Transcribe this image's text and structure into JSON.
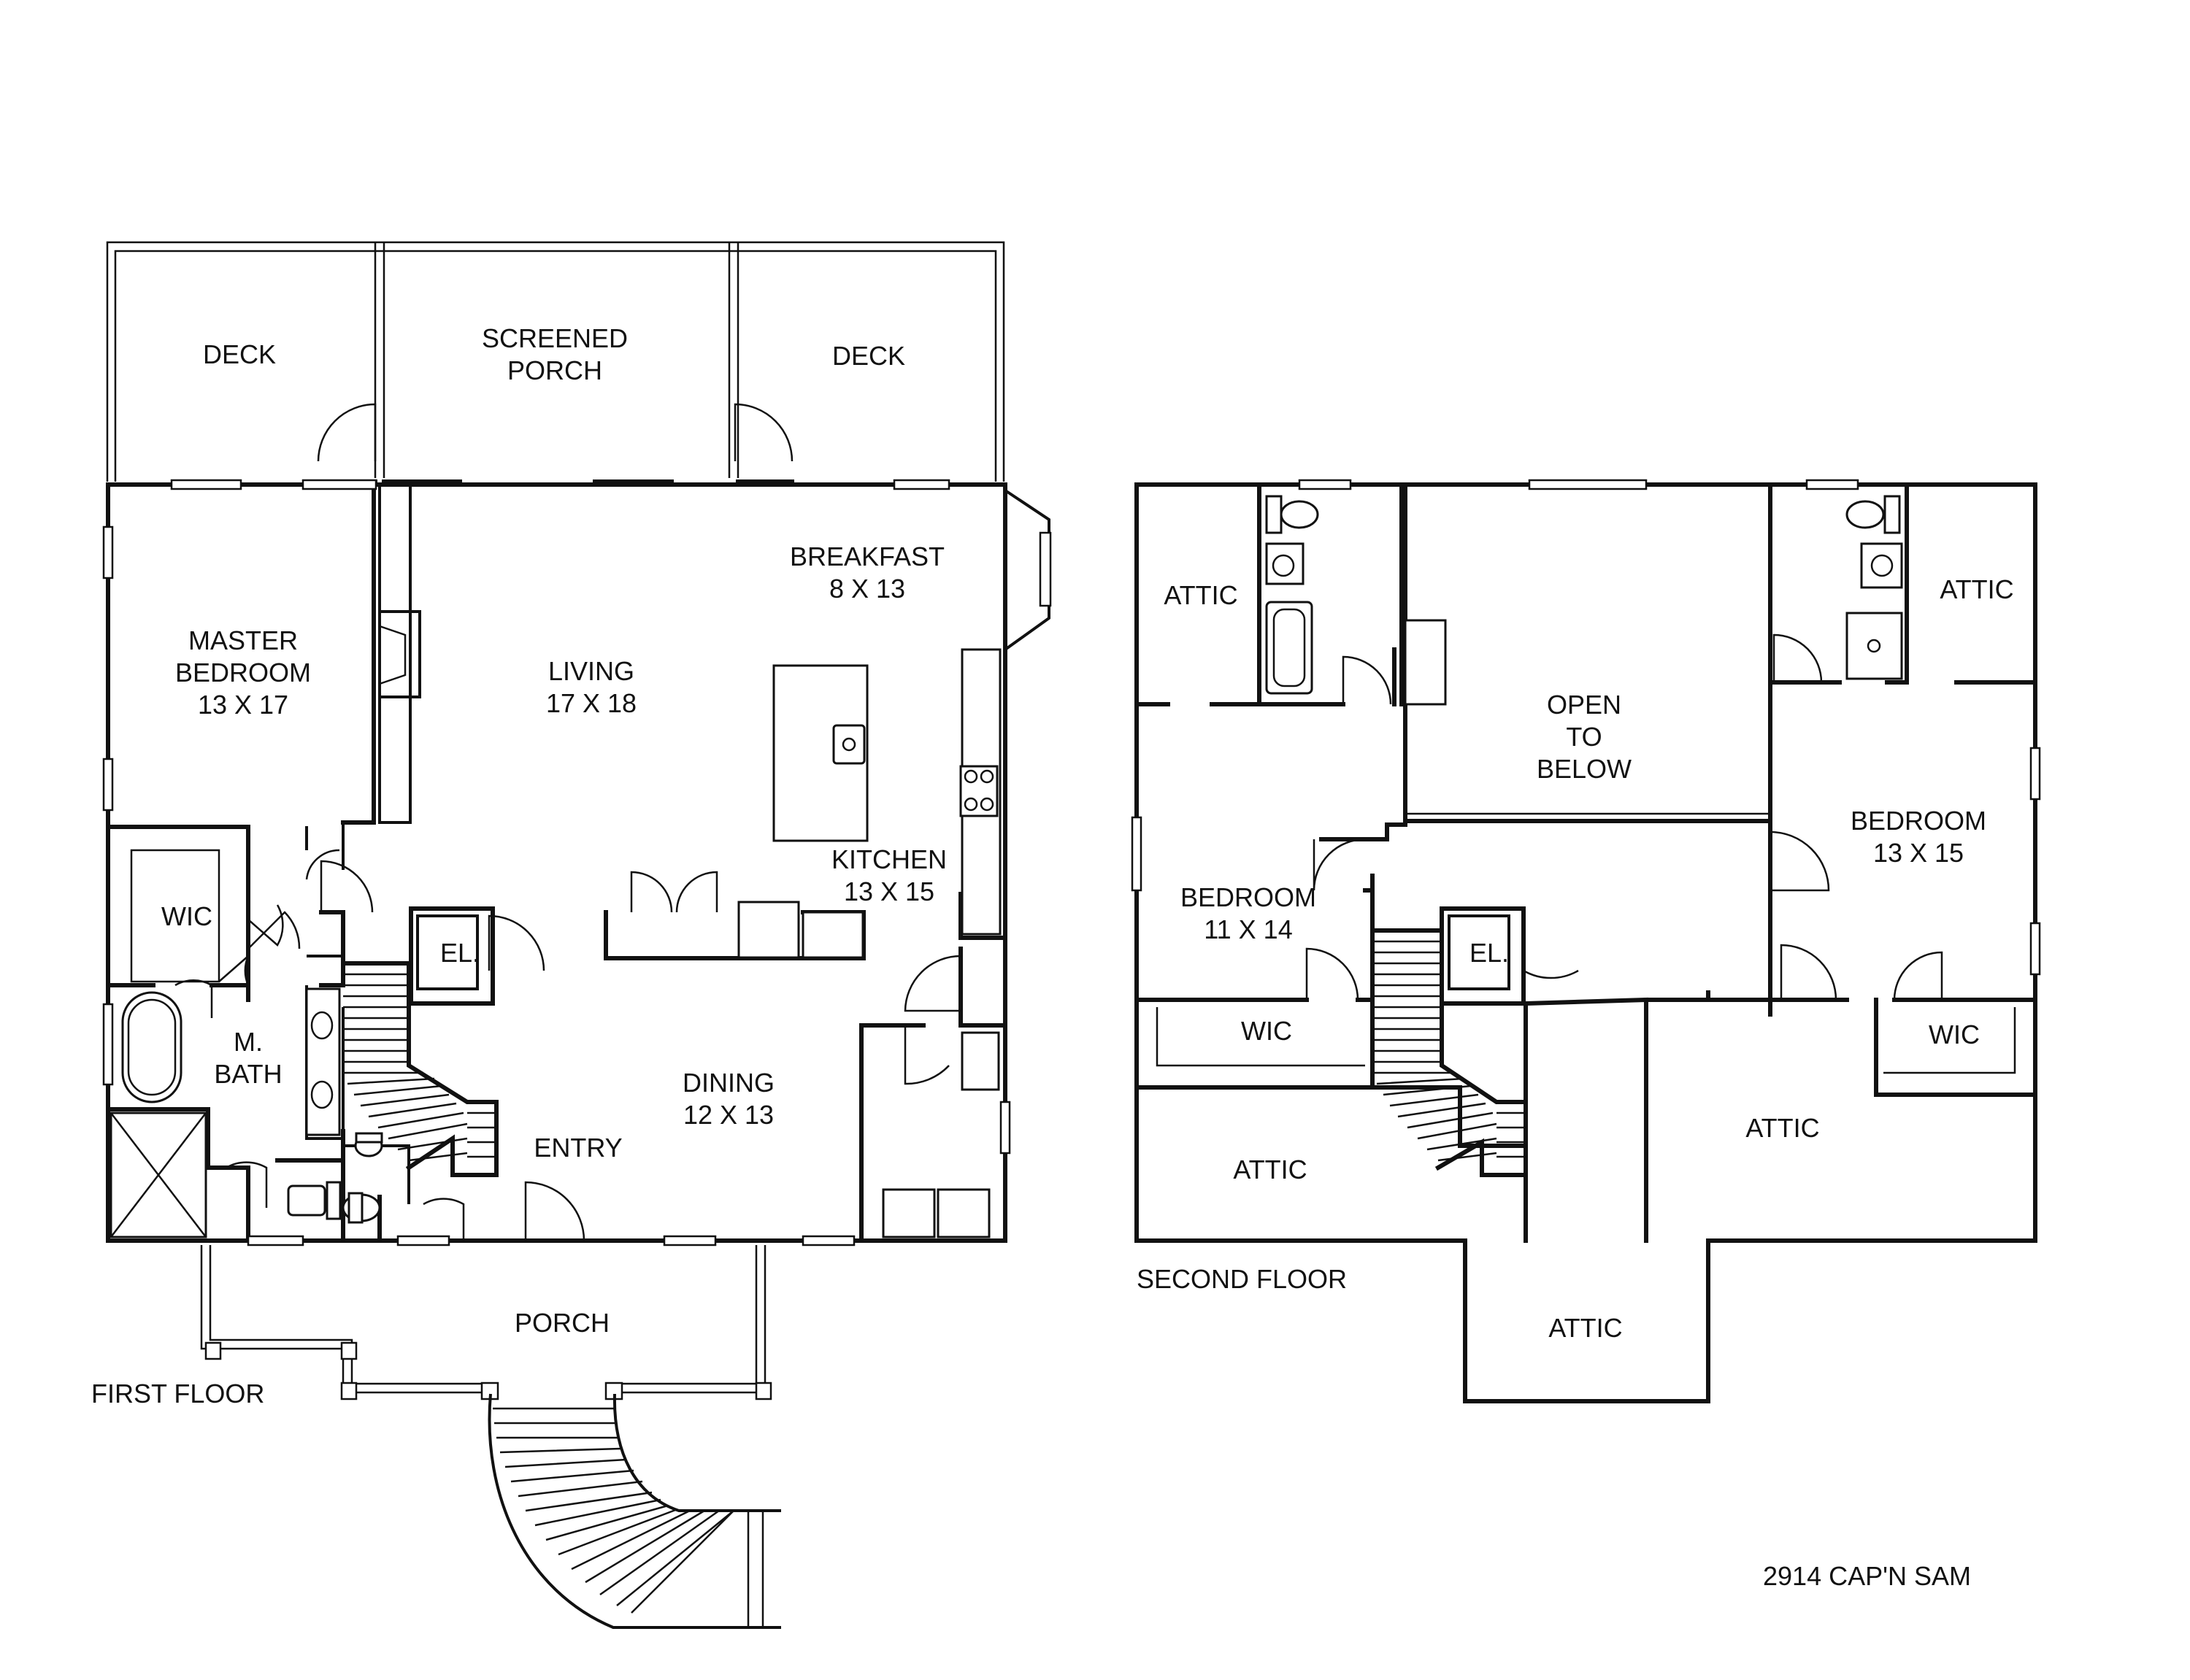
{
  "first_floor": {
    "caption": "FIRST FLOOR",
    "rooms": {
      "deck_left": [
        "DECK"
      ],
      "screened_porch": [
        "SCREENED",
        "PORCH"
      ],
      "deck_right": [
        "DECK"
      ],
      "master_bedroom": [
        "MASTER",
        "BEDROOM",
        "13 X 17"
      ],
      "living": [
        "LIVING",
        "17 X 18"
      ],
      "breakfast": [
        "BREAKFAST",
        "8 X 13"
      ],
      "kitchen": [
        "KITCHEN",
        "13 X 15"
      ],
      "wic": [
        "WIC"
      ],
      "elevator": [
        "EL."
      ],
      "master_bath": [
        "M.",
        "BATH"
      ],
      "dining": [
        "DINING",
        "12 X 13"
      ],
      "entry": [
        "ENTRY"
      ],
      "porch": [
        "PORCH"
      ]
    }
  },
  "second_floor": {
    "caption": "SECOND FLOOR",
    "rooms": {
      "attic_top_left": [
        "ATTIC"
      ],
      "open_to_below": [
        "OPEN",
        "TO",
        "BELOW"
      ],
      "attic_top_right": [
        "ATTIC"
      ],
      "bedroom_right": [
        "BEDROOM",
        "13 X 15"
      ],
      "bedroom_left": [
        "BEDROOM",
        "11 X 14"
      ],
      "elevator": [
        "EL."
      ],
      "wic_left": [
        "WIC"
      ],
      "wic_right": [
        "WIC"
      ],
      "attic_bottom_left": [
        "ATTIC"
      ],
      "attic_bottom_right": [
        "ATTIC"
      ],
      "attic_bottom_center": [
        "ATTIC"
      ]
    }
  },
  "address": "2914 CAP'N SAM"
}
